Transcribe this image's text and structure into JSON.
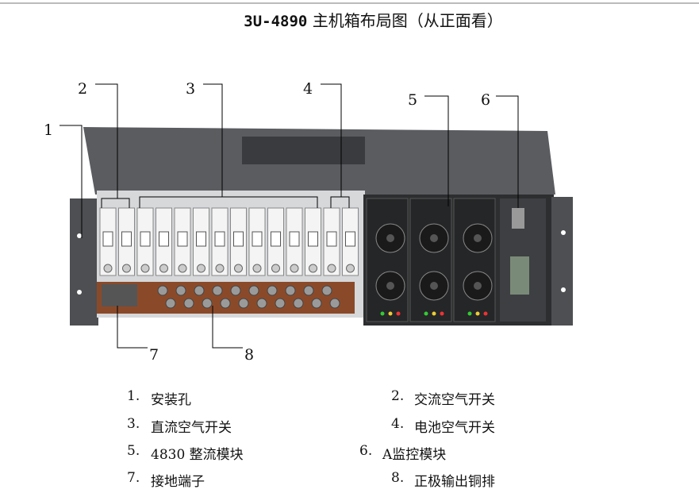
{
  "title": {
    "code": "3U-4890",
    "text": "主机箱布局图（从正面看）"
  },
  "callouts": [
    "1",
    "2",
    "3",
    "4",
    "5",
    "6",
    "7",
    "8"
  ],
  "legend": [
    {
      "num": "1.",
      "label": "安装孔"
    },
    {
      "num": "2.",
      "label": "交流空气开关"
    },
    {
      "num": "3.",
      "label": "直流空气开关"
    },
    {
      "num": "4.",
      "label": "电池空气开关"
    },
    {
      "num": "5.",
      "label": "4830 整流模块"
    },
    {
      "num": "6.",
      "label": "A监控模块"
    },
    {
      "num": "7.",
      "label": "接地端子"
    },
    {
      "num": "8.",
      "label": "正极输出铜排"
    }
  ]
}
